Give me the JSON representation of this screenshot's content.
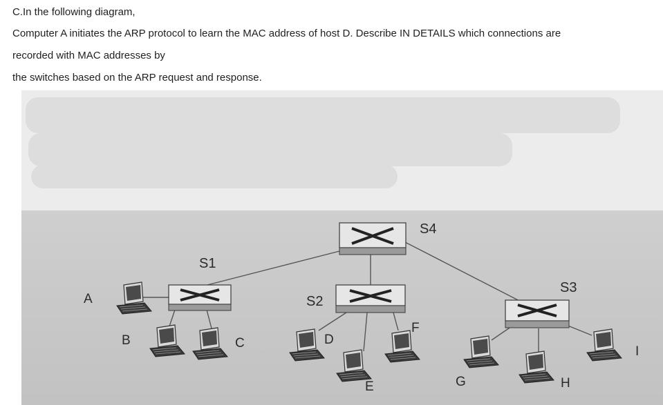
{
  "question": {
    "lines": [
      "C.In the following diagram,",
      "Computer A initiates the ARP protocol to learn the MAC address of host D. Describe IN DETAILS which connections are",
      "recorded with MAC addresses by",
      "the switches based on the ARP request and response."
    ]
  },
  "diagram": {
    "switches": {
      "s1": "S1",
      "s2": "S2",
      "s3": "S3",
      "s4": "S4"
    },
    "hosts": {
      "a": "A",
      "b": "B",
      "c": "C",
      "d": "D",
      "e": "E",
      "f": "F",
      "g": "G",
      "h": "H",
      "i": "I"
    }
  }
}
